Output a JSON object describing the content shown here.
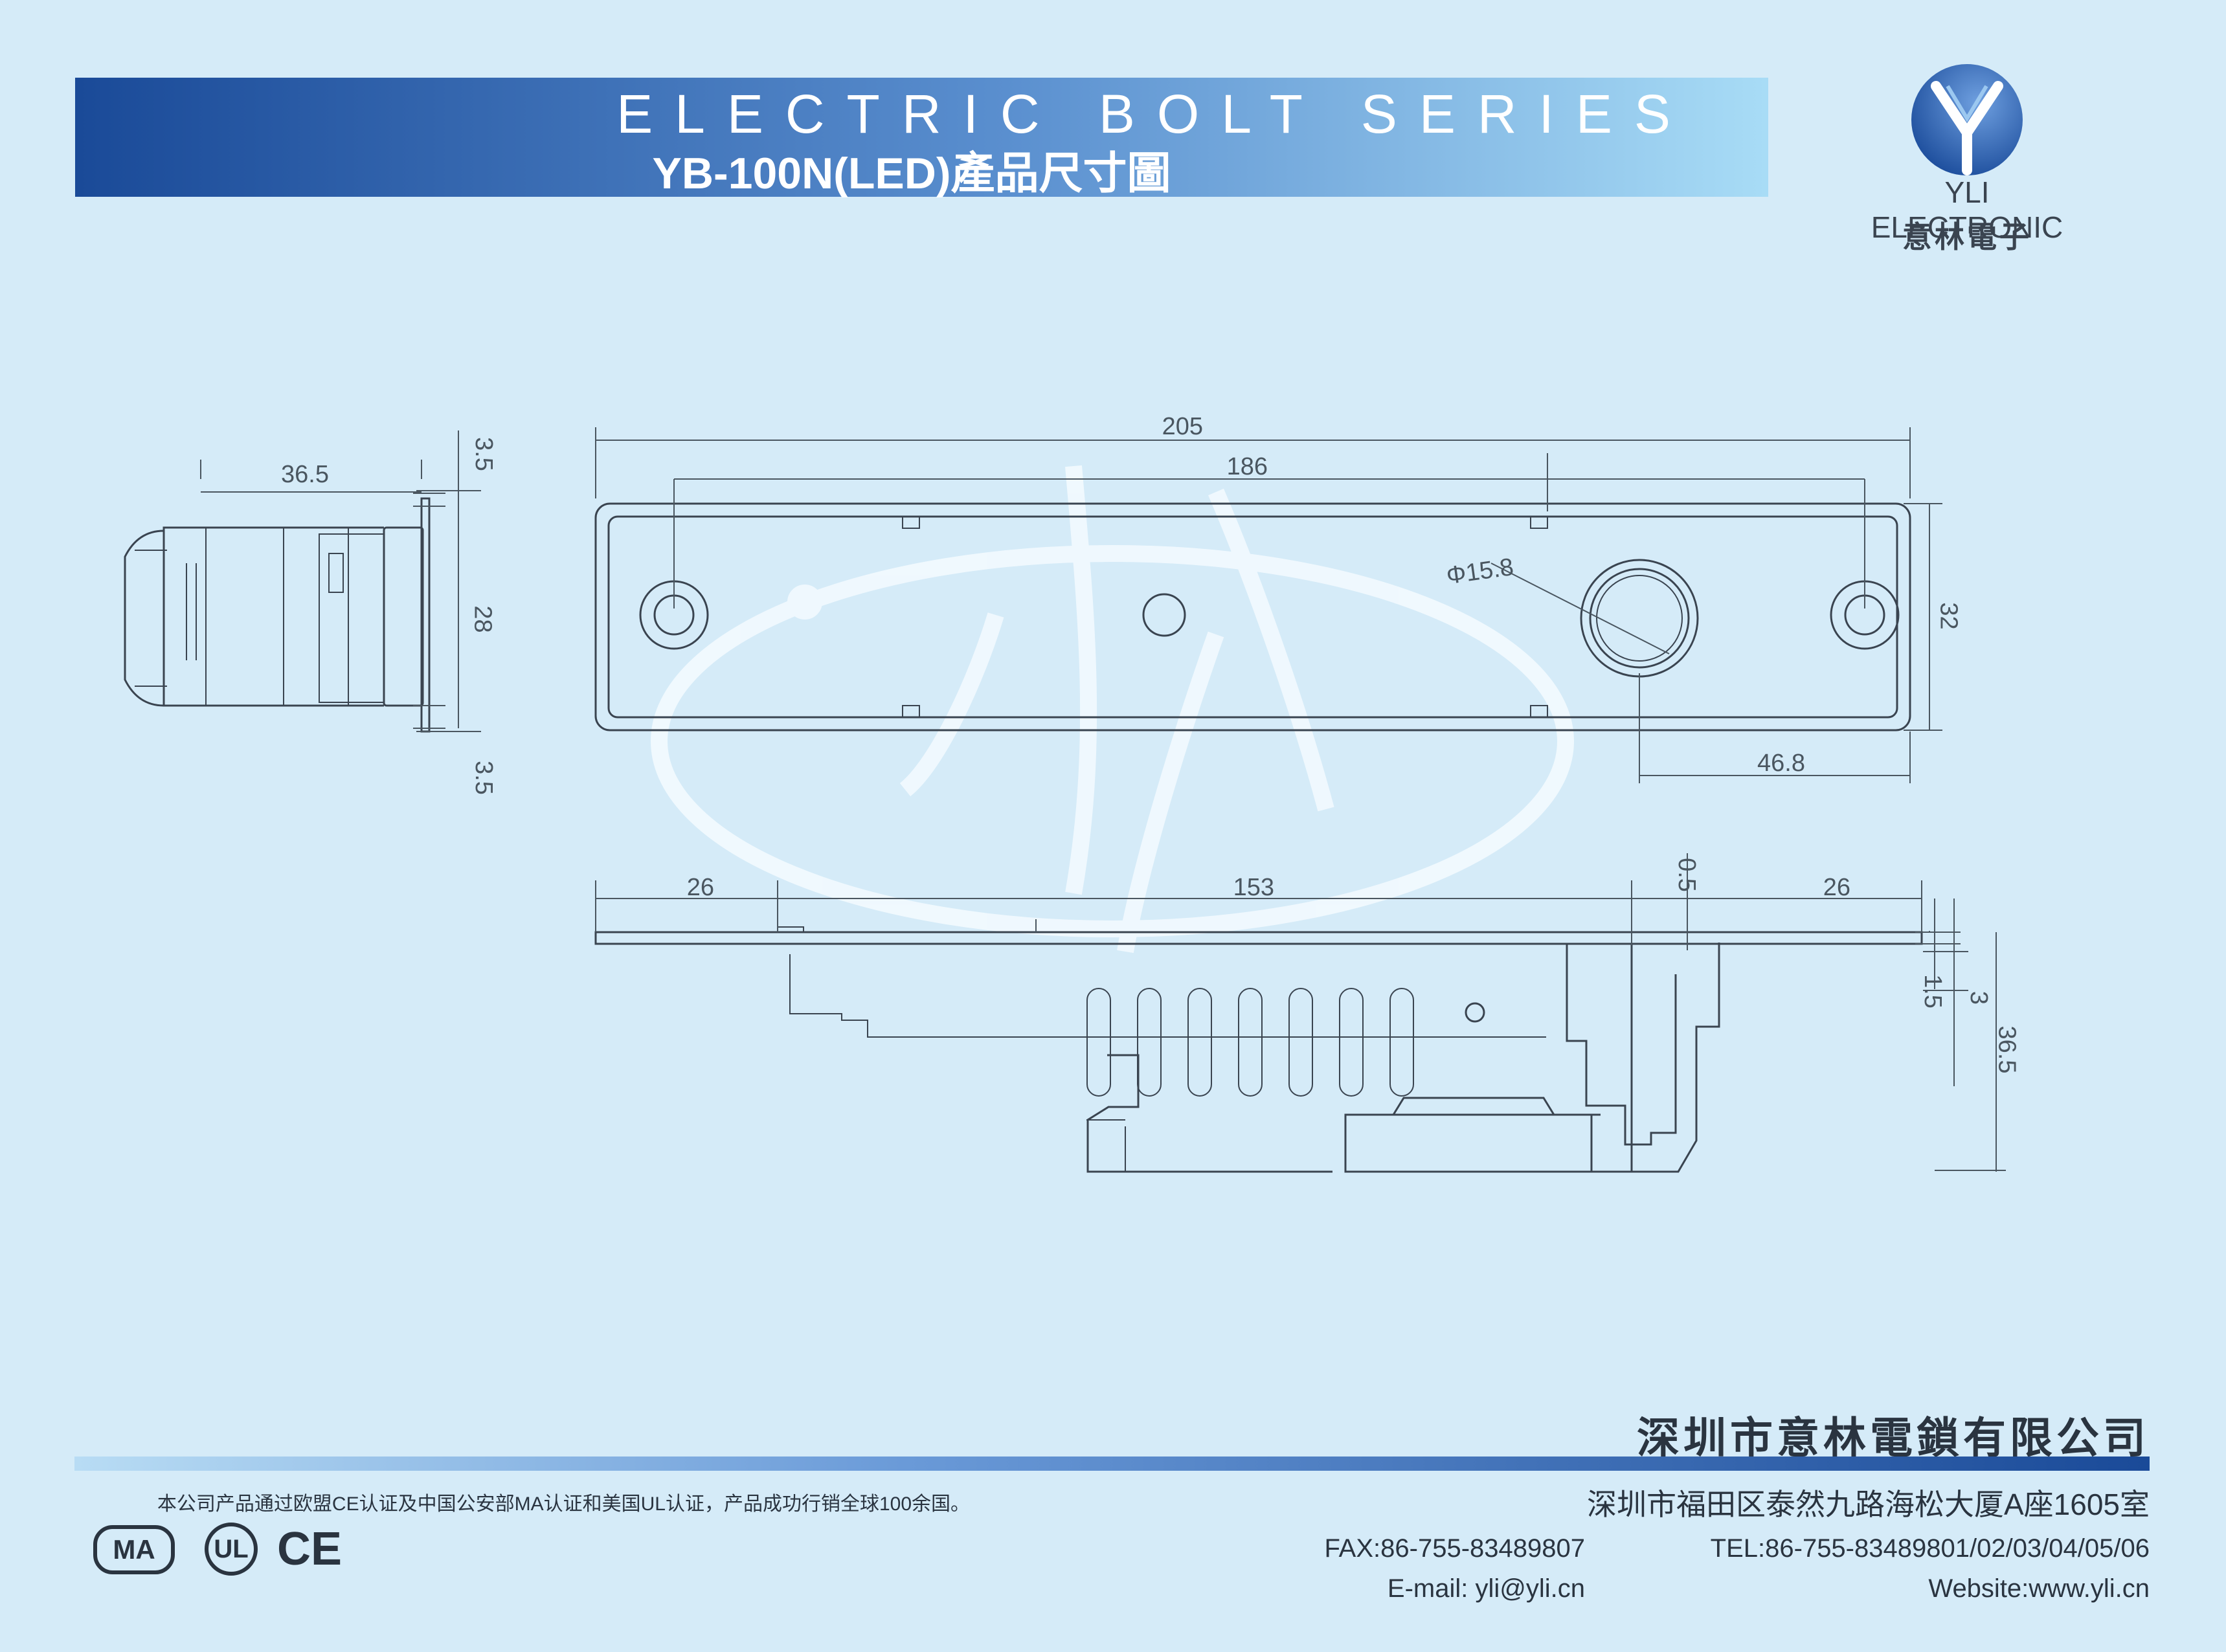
{
  "header": {
    "series_title": "ELECTRIC BOLT SERIES",
    "product_title": "YB-100N(LED)產品尺寸圖"
  },
  "logo": {
    "brand_en": "YLI ELECTRONIC",
    "brand_cn": "意林電子"
  },
  "dimensions": {
    "side_width": "36.5",
    "side_top": "3.5",
    "side_mid": "28",
    "side_bottom": "3.5",
    "front_total": "205",
    "front_inner": "186",
    "front_height": "32",
    "button_dia": "Φ15.8",
    "button_offset": "46.8",
    "bottom_left": "26",
    "bottom_mid": "153",
    "bottom_right": "26",
    "bottom_small": "0.5",
    "bottom_h1": "1.5",
    "bottom_h2": "3",
    "bottom_h3": "36.5"
  },
  "footer": {
    "company": "深圳市意林電鎖有限公司",
    "address": "深圳市福田区泰然九路海松大厦A座1605室",
    "tel": "TEL:86-755-83489801/02/03/04/05/06",
    "fax": "FAX:86-755-83489807",
    "website": "Website:www.yli.cn",
    "email": "E-mail: yli@yli.cn",
    "cert_note": "本公司产品通过欧盟CE认证及中国公安部MA认证和美国UL认证，产品成功行销全球100余国。",
    "cert_marks": [
      "MA",
      "UL",
      "CE"
    ]
  },
  "colors": {
    "background": "#d5ebf8",
    "banner_dark": "#1a4e9a",
    "banner_light": "#a8d8f4",
    "line": "#3a4450",
    "logo_blue": "#2a5aa8"
  }
}
